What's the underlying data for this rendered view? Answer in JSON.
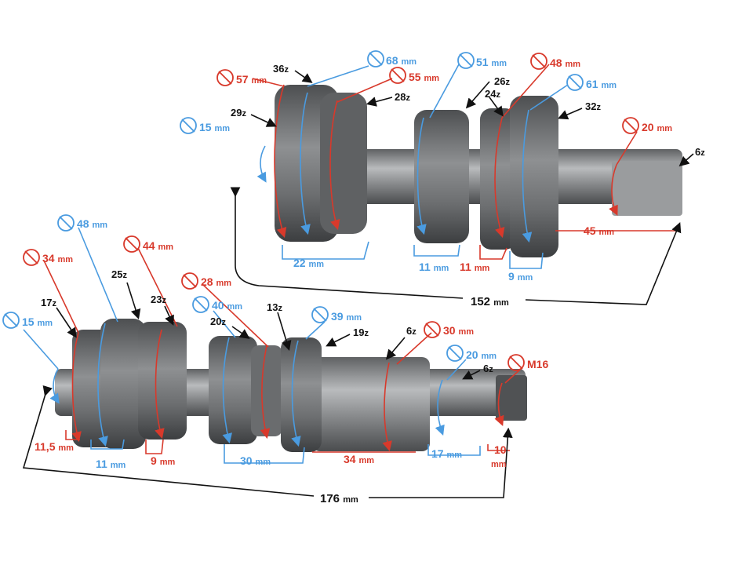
{
  "colors": {
    "blue": "#4a9be0",
    "red": "#d8392b",
    "black": "#111111",
    "metal": "#8a8c8e"
  },
  "icons": {
    "diameter": "diameter-symbol"
  },
  "top_shaft": {
    "diameters": [
      {
        "id": "d57",
        "value": "57",
        "unit": "mm"
      },
      {
        "id": "d68",
        "value": "68",
        "unit": "mm"
      },
      {
        "id": "d55",
        "value": "55",
        "unit": "mm"
      },
      {
        "id": "d51",
        "value": "51",
        "unit": "mm"
      },
      {
        "id": "d48",
        "value": "48",
        "unit": "mm"
      },
      {
        "id": "d61",
        "value": "61",
        "unit": "mm"
      },
      {
        "id": "d15",
        "value": "15",
        "unit": "mm"
      },
      {
        "id": "d20",
        "value": "20",
        "unit": "mm"
      }
    ],
    "teeth": [
      {
        "id": "t36",
        "value": "36",
        "unit": "z"
      },
      {
        "id": "t28",
        "value": "28",
        "unit": "z"
      },
      {
        "id": "t26",
        "value": "26",
        "unit": "z"
      },
      {
        "id": "t24",
        "value": "24",
        "unit": "z"
      },
      {
        "id": "t32",
        "value": "32",
        "unit": "z"
      },
      {
        "id": "t29",
        "value": "29",
        "unit": "z"
      },
      {
        "id": "t6",
        "value": "6",
        "unit": "z"
      }
    ],
    "lengths": [
      {
        "id": "l22",
        "value": "22",
        "unit": "mm"
      },
      {
        "id": "l11a",
        "value": "11",
        "unit": "mm"
      },
      {
        "id": "l11b",
        "value": "11",
        "unit": "mm"
      },
      {
        "id": "l9",
        "value": "9",
        "unit": "mm"
      },
      {
        "id": "l45",
        "value": "45",
        "unit": "mm"
      },
      {
        "id": "l152",
        "value": "152",
        "unit": "mm"
      }
    ]
  },
  "bottom_shaft": {
    "diameters": [
      {
        "id": "d48",
        "value": "48",
        "unit": "mm"
      },
      {
        "id": "d44",
        "value": "44",
        "unit": "mm"
      },
      {
        "id": "d34",
        "value": "34",
        "unit": "mm"
      },
      {
        "id": "d28",
        "value": "28",
        "unit": "mm"
      },
      {
        "id": "d40",
        "value": "40",
        "unit": "mm"
      },
      {
        "id": "d39",
        "value": "39",
        "unit": "mm"
      },
      {
        "id": "d30",
        "value": "30",
        "unit": "mm"
      },
      {
        "id": "d20",
        "value": "20",
        "unit": "mm"
      },
      {
        "id": "d15",
        "value": "15",
        "unit": "mm"
      },
      {
        "id": "m16",
        "value": "M16",
        "unit": ""
      }
    ],
    "teeth": [
      {
        "id": "t25",
        "value": "25",
        "unit": "z"
      },
      {
        "id": "t23",
        "value": "23",
        "unit": "z"
      },
      {
        "id": "t17",
        "value": "17",
        "unit": "z"
      },
      {
        "id": "t13",
        "value": "13",
        "unit": "z"
      },
      {
        "id": "t20",
        "value": "20",
        "unit": "z"
      },
      {
        "id": "t19",
        "value": "19",
        "unit": "z"
      },
      {
        "id": "t6a",
        "value": "6",
        "unit": "z"
      },
      {
        "id": "t6b",
        "value": "6",
        "unit": "z"
      }
    ],
    "lengths": [
      {
        "id": "l115",
        "value": "11,5",
        "unit": "mm"
      },
      {
        "id": "l11",
        "value": "11",
        "unit": "mm"
      },
      {
        "id": "l9",
        "value": "9",
        "unit": "mm"
      },
      {
        "id": "l30",
        "value": "30",
        "unit": "mm"
      },
      {
        "id": "l34",
        "value": "34",
        "unit": "mm"
      },
      {
        "id": "l17",
        "value": "17",
        "unit": "mm"
      },
      {
        "id": "l10",
        "value": "10",
        "unit": "mm"
      },
      {
        "id": "l176",
        "value": "176",
        "unit": "mm"
      }
    ]
  }
}
